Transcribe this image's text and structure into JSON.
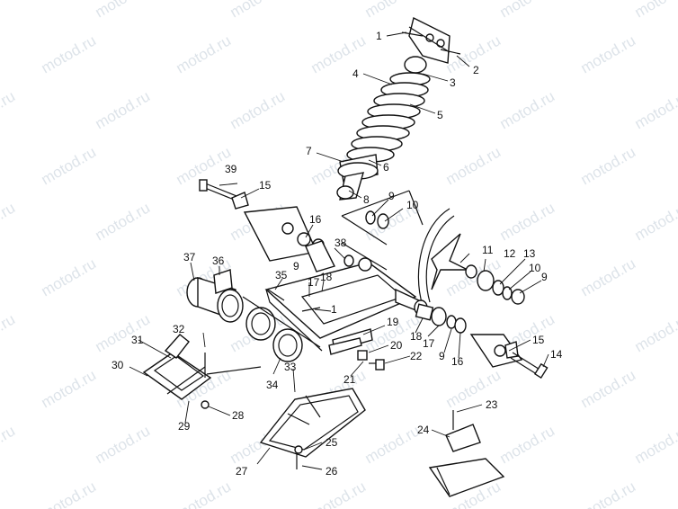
{
  "watermark": "motod.ru",
  "colors": {
    "line": "#111111",
    "watermark": "#c8d2dc",
    "shade": "#cfcfcf"
  },
  "callouts": [
    "1",
    "2",
    "3",
    "4",
    "5",
    "6",
    "7",
    "8",
    "9",
    "9",
    "9",
    "10",
    "10",
    "11",
    "12",
    "13",
    "14",
    "15",
    "15",
    "16",
    "16",
    "17",
    "17",
    "18",
    "18",
    "19",
    "20",
    "21",
    "22",
    "23",
    "24",
    "25",
    "26",
    "27",
    "28",
    "29",
    "30",
    "31",
    "32",
    "33",
    "34",
    "35",
    "36",
    "37",
    "38",
    "39",
    "1"
  ]
}
